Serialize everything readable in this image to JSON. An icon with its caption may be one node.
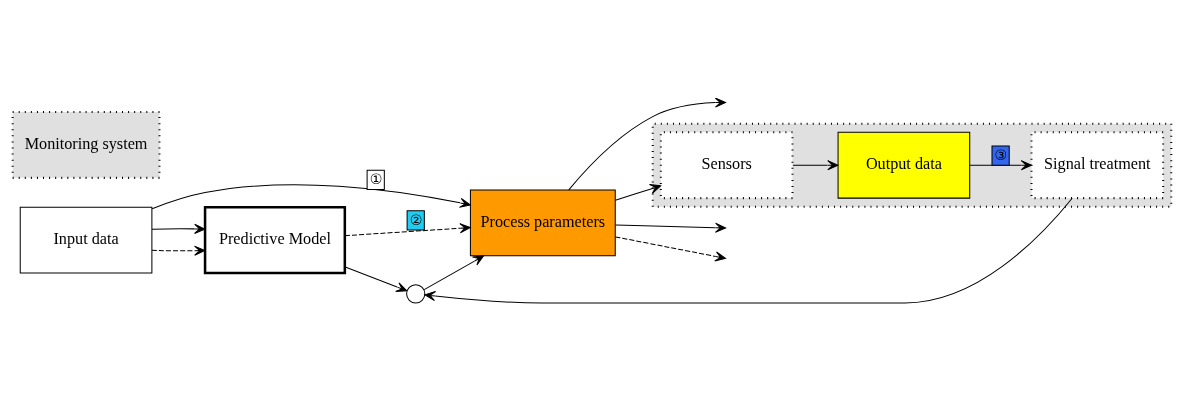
{
  "diagram": {
    "nodes": [
      {
        "text": [
          "Input data"
        ]
      },
      {
        "text": [
          "Predictive Model"
        ]
      },
      {
        "text": [],
        "shape": "circle"
      },
      {
        "text": [
          "Process parameters"
        ]
      },
      {
        "text": [],
        "shape": "box"
      },
      {
        "text": [
          "Signal treatment"
        ],
        "in": 4
      },
      {
        "text": [
          "Sensors"
        ],
        "in": 4
      },
      {
        "text": [
          "Output data"
        ],
        "in": 4
      },
      {
        "text": [
          "Monitoring system"
        ]
      }
    ],
    "edges": [
      {
        "from": 0,
        "to": 3,
        "arrow": "to",
        "label": "①"
      },
      {
        "from": 0,
        "to": 1,
        "arrow": "to",
        "style": "dashed"
      },
      {
        "from": 0,
        "to": 1,
        "arrow": "to"
      },
      {
        "from": 1,
        "to": 3,
        "arrow": "to",
        "style": "dashed",
        "label": "②"
      },
      {
        "from": 1,
        "to": 2,
        "arrow": "to"
      },
      {
        "from": 2,
        "to": 3,
        "arrow": "to"
      },
      {
        "from": 5,
        "to": 2,
        "arrow": "to"
      },
      {
        "from": 3,
        "to": null,
        "arrow": "to"
      },
      {
        "from": 3,
        "to": null,
        "arrow": "to",
        "style": "dashed"
      },
      {
        "from": 3,
        "to": null,
        "arrow": "to"
      },
      {
        "from": 3,
        "to": 6,
        "arrow": "to"
      },
      {
        "from": 6,
        "to": 7,
        "arrow": "to"
      },
      {
        "from": 7,
        "to": 5,
        "arrow": "to",
        "label": "③"
      }
    ]
  }
}
